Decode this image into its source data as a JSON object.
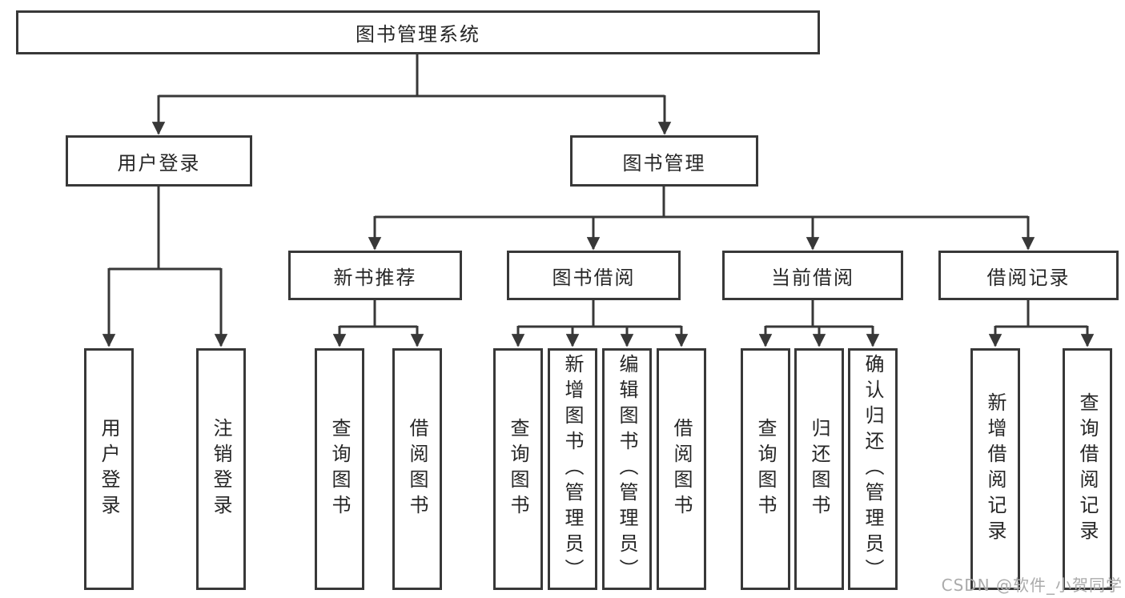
{
  "diagram": {
    "title": "图书管理系统",
    "level2": {
      "user_login": "用户登录",
      "book_mgmt": "图书管理"
    },
    "level3": {
      "new_books": "新书推荐",
      "book_borrow": "图书借阅",
      "current_borrow": "当前借阅",
      "borrow_records": "借阅记录"
    },
    "leaves": {
      "user_login": "用户登录",
      "logout": "注销登录",
      "nb_query": "查询图书",
      "nb_borrow": "借阅图书",
      "bb_query": "查询图书",
      "bb_add": "新增图书（管理员）",
      "bb_edit": "编辑图书（管理员）",
      "bb_borrow": "借阅图书",
      "cb_query": "查询图书",
      "cb_return": "归还图书",
      "cb_confirm": "确认归还（管理员）",
      "br_add": "新增借阅记录",
      "br_query": "查询借阅记录"
    }
  },
  "watermark": {
    "text": "CSDN @软件_小贺同学"
  },
  "colors": {
    "line": "#383838",
    "box_border": "#383838",
    "text": "#262626",
    "watermark": "#ababab",
    "background": "#ffffff"
  }
}
